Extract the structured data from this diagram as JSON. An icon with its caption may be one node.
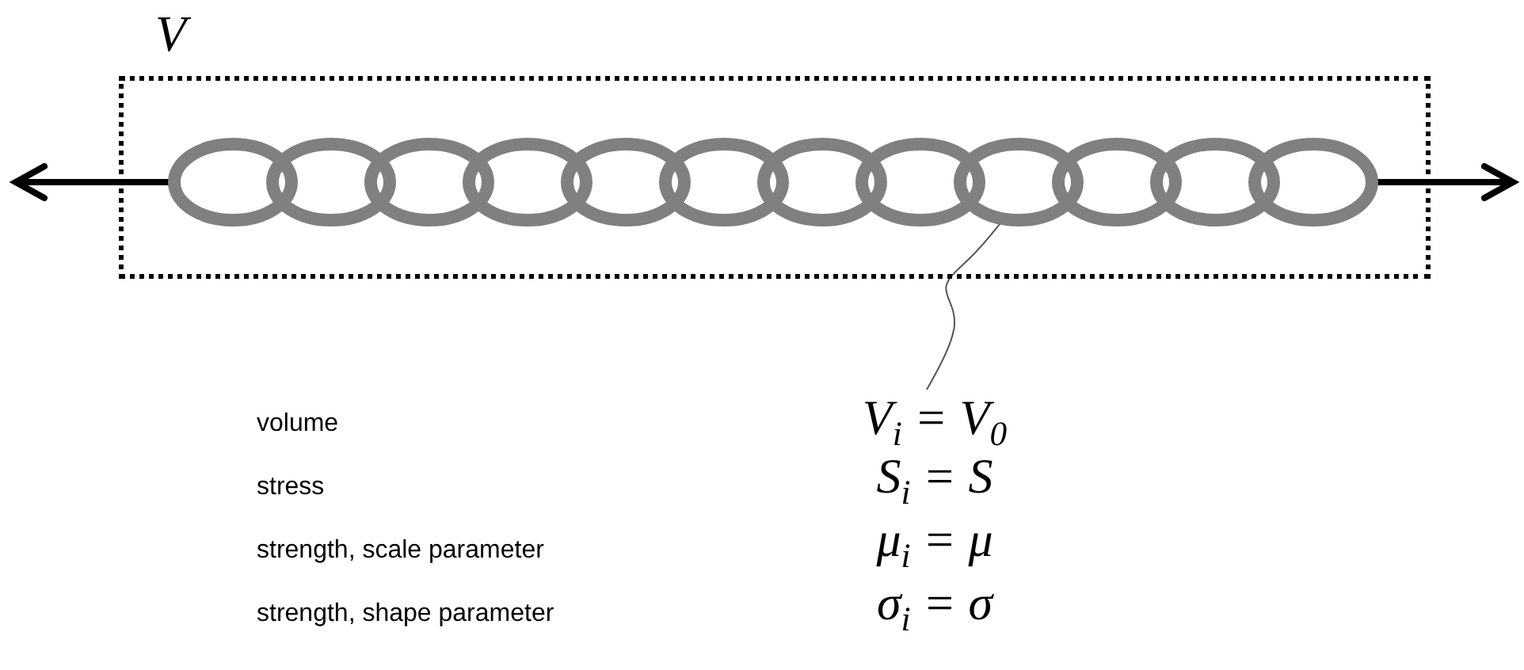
{
  "diagram": {
    "nodes": [
      {
        "text": [
          "V"
        ]
      },
      {
        "text": [],
        "shape": "ellipse",
        "in": 0
      },
      {
        "text": [],
        "shape": "ellipse",
        "in": 0
      },
      {
        "text": [],
        "shape": "ellipse",
        "in": 0
      },
      {
        "text": [],
        "shape": "ellipse",
        "in": 0
      },
      {
        "text": [],
        "shape": "ellipse",
        "in": 0
      },
      {
        "text": [],
        "shape": "ellipse",
        "in": 0
      },
      {
        "text": [],
        "shape": "ellipse",
        "in": 0
      },
      {
        "text": [],
        "shape": "ellipse",
        "in": 0
      },
      {
        "text": [],
        "shape": "ellipse",
        "in": 0
      },
      {
        "text": [],
        "shape": "ellipse",
        "in": 0
      },
      {
        "text": [],
        "shape": "ellipse",
        "in": 0
      },
      {
        "text": [],
        "shape": "ellipse",
        "in": 0
      },
      {
        "text": [
          "V$_{i}$ = V$_{0}$"
        ]
      }
    ],
    "edges": [
      {
        "from": 1,
        "to": null,
        "arrow": "to"
      },
      {
        "from": 12,
        "to": null,
        "arrow": "to"
      },
      {
        "from": 13,
        "to": 9,
        "arrow": "none",
        "color": "#555555"
      }
    ],
    "labels": [
      "volume",
      "stress",
      "S$_{i}$ = S",
      "strength, scale parameter",
      "μ$_{i}$ = μ",
      "strength, shape parameter",
      "σ$_{i}$ = σ"
    ]
  }
}
